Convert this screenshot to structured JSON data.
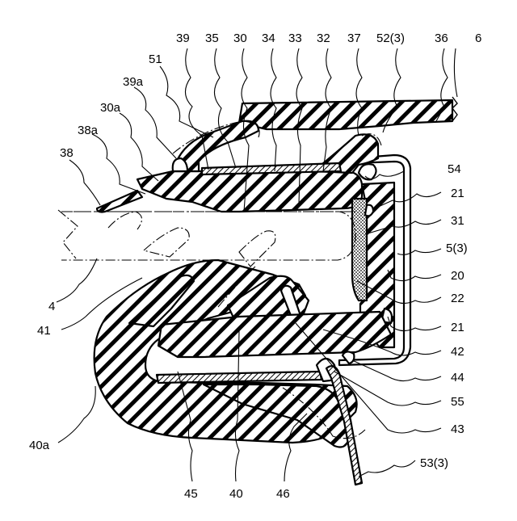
{
  "diagram": {
    "labels": {
      "l39": "39",
      "l35": "35",
      "l30": "30",
      "l34": "34",
      "l33": "33",
      "l32": "32",
      "l37": "37",
      "l52": "52(3)",
      "l36": "36",
      "l6": "6",
      "l51": "51",
      "l39a": "39a",
      "l30a": "30a",
      "l38a": "38a",
      "l38": "38",
      "l54": "54",
      "l21a": "21",
      "l31": "31",
      "l5": "5(3)",
      "l20": "20",
      "l22": "22",
      "l4": "4",
      "l41": "41",
      "l21b": "21",
      "l42": "42",
      "l44": "44",
      "l55": "55",
      "l43": "43",
      "l40a": "40a",
      "l53": "53(3)",
      "l45": "45",
      "l40": "40",
      "l46": "46"
    }
  }
}
